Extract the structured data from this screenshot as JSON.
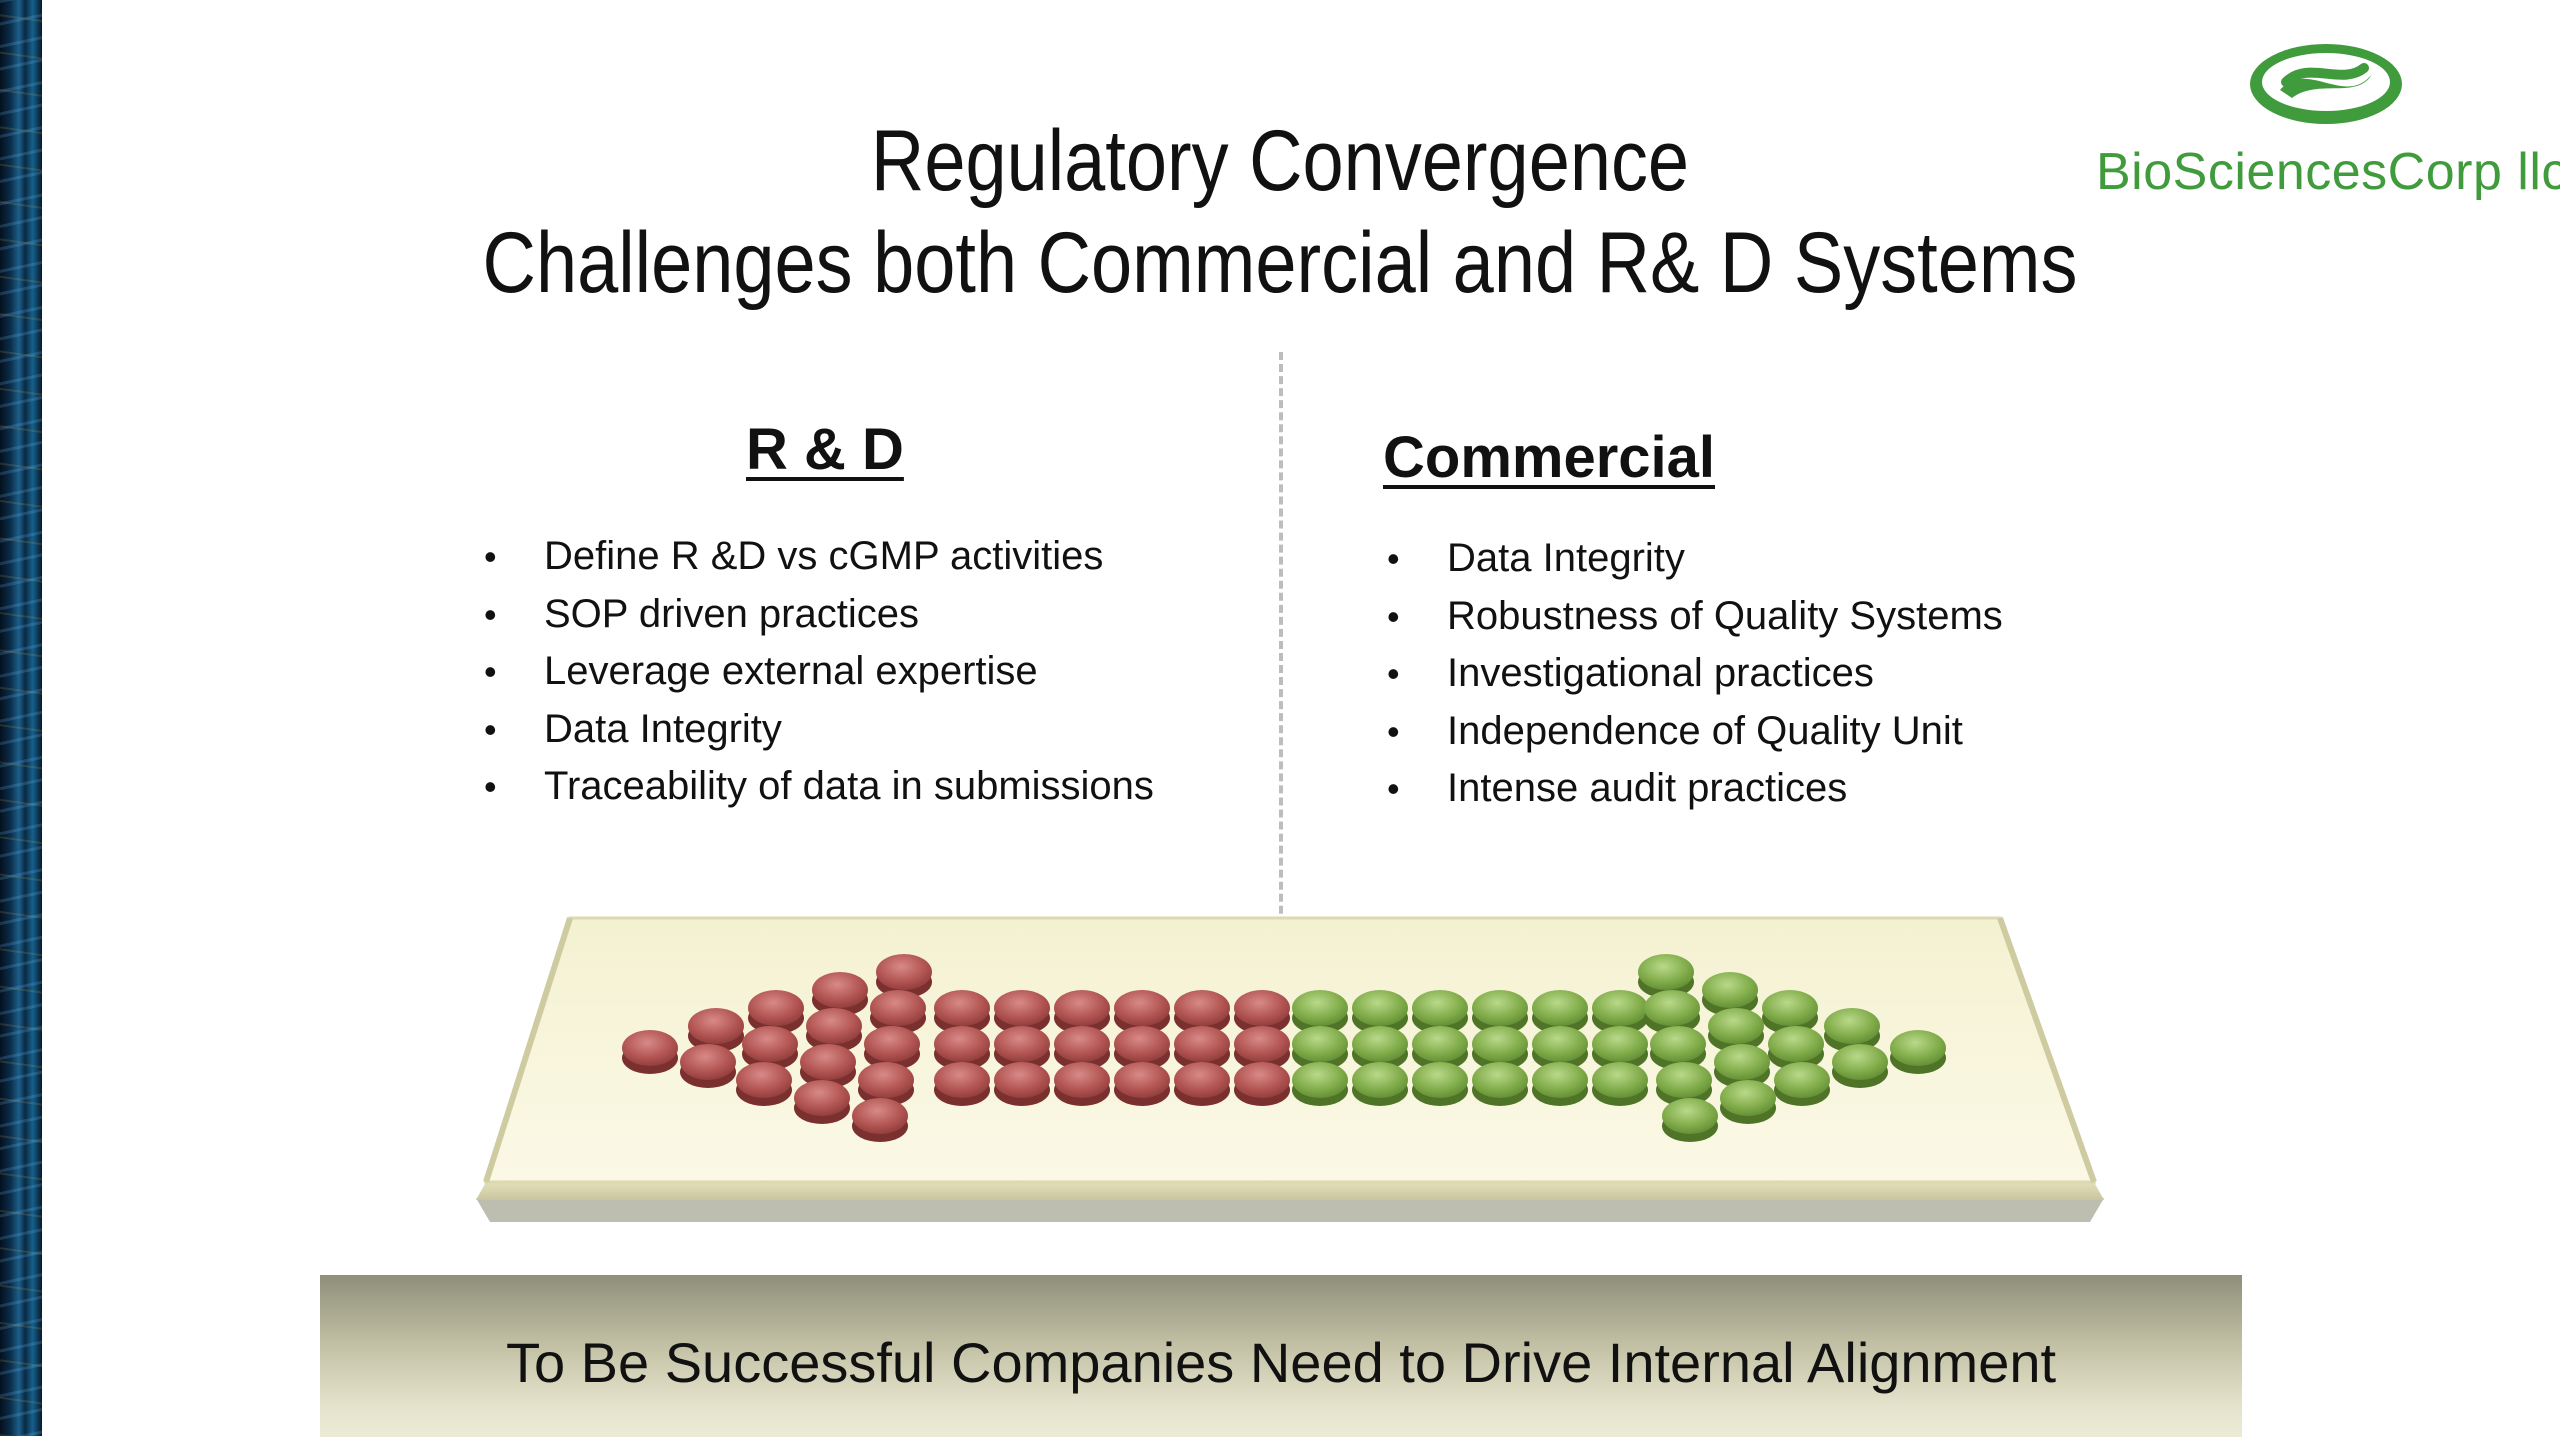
{
  "slide": {
    "title_line1": "Regulatory Convergence",
    "title_line2": "Challenges both Commercial and R& D Systems",
    "logo_text": "BioSciencesCorp llc",
    "left_column": {
      "heading": "R & D",
      "items": [
        "Define R &D vs cGMP activities",
        "SOP driven practices",
        "Leverage external expertise",
        "Data Integrity",
        "Traceability of data in submissions"
      ]
    },
    "right_column": {
      "heading": "Commercial",
      "items": [
        "Data Integrity",
        "Robustness of Quality Systems",
        "Investigational practices",
        "Independence of Quality Unit",
        "Intense audit practices"
      ]
    },
    "banner_text": "To Be Successful Companies Need to Drive Internal Alignment",
    "graphic": {
      "description_icon": "opposing-arrows-of-pills-icon",
      "left_color": "#b04f4f",
      "right_color": "#7fae45",
      "tray_color": "#f3f0cf"
    }
  }
}
